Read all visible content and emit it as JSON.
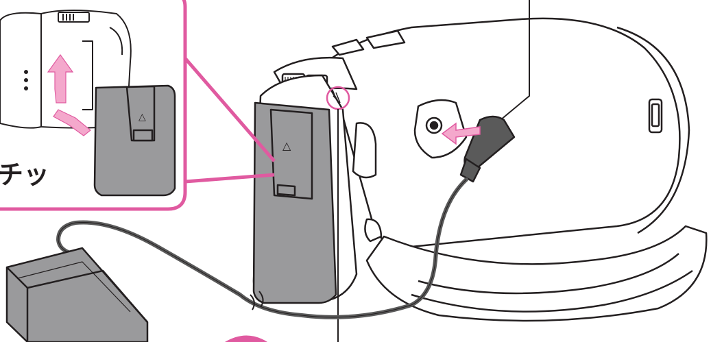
{
  "inset": {
    "caption": "チッ"
  },
  "battery": {
    "mark": "△"
  },
  "colors": {
    "callout": "#e05aa0",
    "callout_fill": "#f4a8cc",
    "outline": "#231f20",
    "battery_gray": "#9a9a9c",
    "cable": "#5a5a5a"
  },
  "icons": [
    "camcorder-illustration",
    "battery-pack",
    "ac-adaptor",
    "dc-plug",
    "insert-arrow-icon",
    "up-arrow-icon"
  ]
}
